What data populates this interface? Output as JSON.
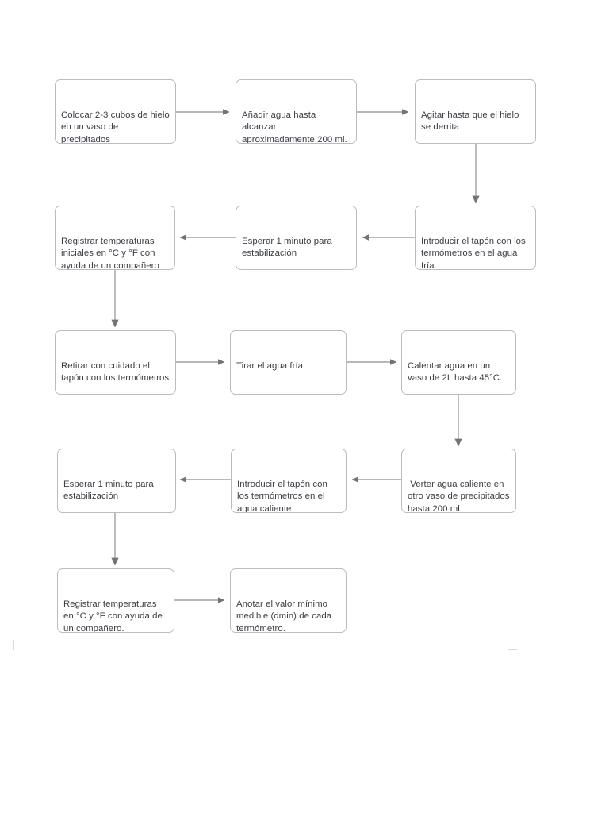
{
  "document": {
    "title": "Diagrama de flujo del procedimiento experimental",
    "page_background": "#ffffff",
    "text_color": "#3b3e44",
    "border_color": "#b9bdc1",
    "edge_color": "#7d8287"
  },
  "flowchart": {
    "type": "flowchart",
    "orientation": "serpentine",
    "nodes": [
      {
        "id": "n1",
        "label": "Colocar 2-3 cubos de hielo en un vaso de precipitados",
        "row": 1,
        "col": 1
      },
      {
        "id": "n2",
        "label": "Añadir agua hasta alcanzar aproximadamente 200 ml.",
        "row": 1,
        "col": 2
      },
      {
        "id": "n3",
        "label": "Agitar hasta que el hielo se derrita",
        "row": 1,
        "col": 3
      },
      {
        "id": "n4",
        "label": "Introducir el tapón con los termómetros en el agua fría.",
        "row": 2,
        "col": 3
      },
      {
        "id": "n5",
        "label": "Esperar 1 minuto para estabilización",
        "row": 2,
        "col": 2
      },
      {
        "id": "n6",
        "label": "Registrar temperaturas iniciales en °C y °F con ayuda de un compañero",
        "row": 2,
        "col": 1
      },
      {
        "id": "n7",
        "label": "Retirar con cuidado el tapón con los termómetros",
        "row": 3,
        "col": 1
      },
      {
        "id": "n8",
        "label": "Tirar el agua fría",
        "row": 3,
        "col": 2
      },
      {
        "id": "n9",
        "label": "Calentar agua en un vaso de 2L hasta 45°C.",
        "row": 3,
        "col": 3
      },
      {
        "id": "n10",
        "label": " Verter agua caliente en otro vaso de precipitados hasta 200 ml",
        "row": 4,
        "col": 3
      },
      {
        "id": "n11",
        "label": "Introducir el tapón con los termómetros en el agua caliente",
        "row": 4,
        "col": 2
      },
      {
        "id": "n12",
        "label": "Esperar 1 minuto para estabilización",
        "row": 4,
        "col": 1
      },
      {
        "id": "n13",
        "label": "Registrar temperaturas en °C y °F con ayuda de un compañero.",
        "row": 5,
        "col": 1
      },
      {
        "id": "n14",
        "label": "Anotar el valor mínimo medible (dmin) de cada termómetro.",
        "row": 5,
        "col": 2
      }
    ],
    "edges": [
      {
        "from": "n1",
        "to": "n2",
        "direction": "right"
      },
      {
        "from": "n2",
        "to": "n3",
        "direction": "right"
      },
      {
        "from": "n3",
        "to": "n4",
        "direction": "down"
      },
      {
        "from": "n4",
        "to": "n5",
        "direction": "left"
      },
      {
        "from": "n5",
        "to": "n6",
        "direction": "left"
      },
      {
        "from": "n6",
        "to": "n7",
        "direction": "down"
      },
      {
        "from": "n7",
        "to": "n8",
        "direction": "right"
      },
      {
        "from": "n8",
        "to": "n9",
        "direction": "right"
      },
      {
        "from": "n9",
        "to": "n10",
        "direction": "down"
      },
      {
        "from": "n10",
        "to": "n11",
        "direction": "left"
      },
      {
        "from": "n11",
        "to": "n12",
        "direction": "left"
      },
      {
        "from": "n12",
        "to": "n13",
        "direction": "down"
      },
      {
        "from": "n13",
        "to": "n14",
        "direction": "right"
      }
    ]
  }
}
